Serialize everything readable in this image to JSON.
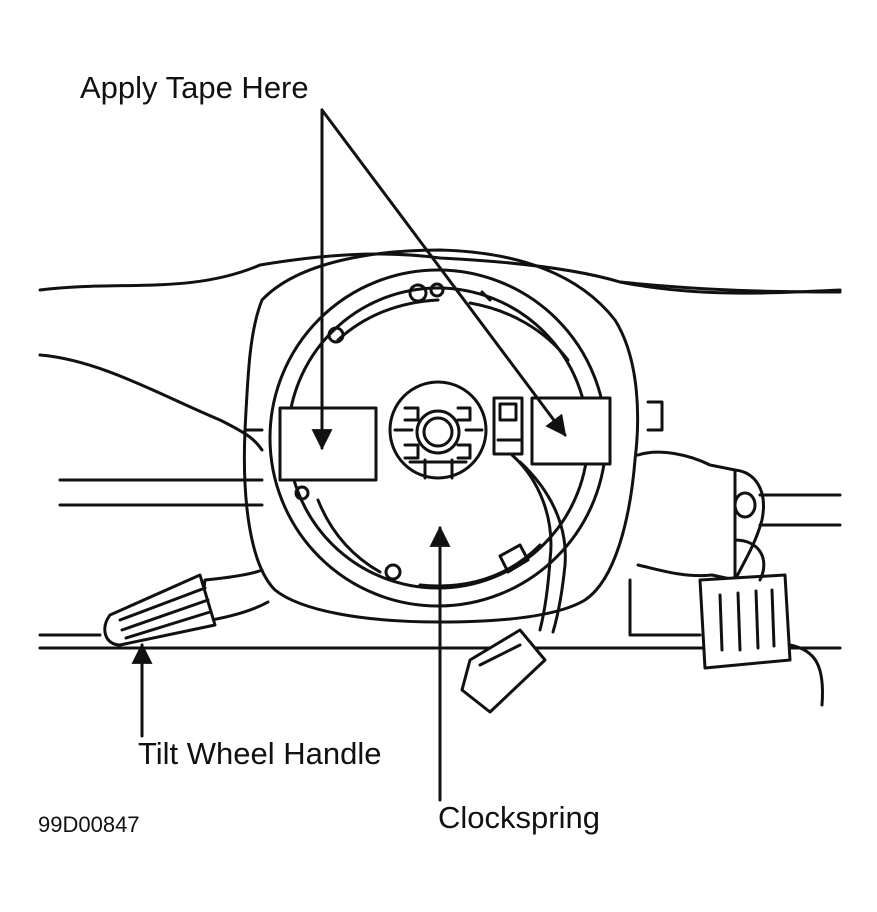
{
  "labels": {
    "apply_tape": "Apply Tape Here",
    "tilt_wheel_handle": "Tilt Wheel Handle",
    "clockspring": "Clockspring",
    "figure_code": "99D00847"
  }
}
